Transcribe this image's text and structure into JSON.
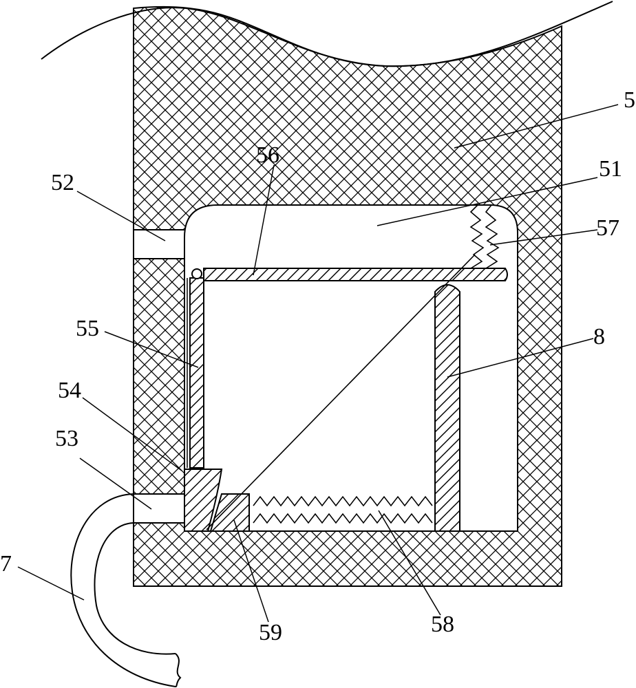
{
  "labels": {
    "l5": "5",
    "l51": "51",
    "l52": "52",
    "l53": "53",
    "l54": "54",
    "l55": "55",
    "l56": "56",
    "l57": "57",
    "l58": "58",
    "l59": "59",
    "l7": "7",
    "l8": "8"
  }
}
